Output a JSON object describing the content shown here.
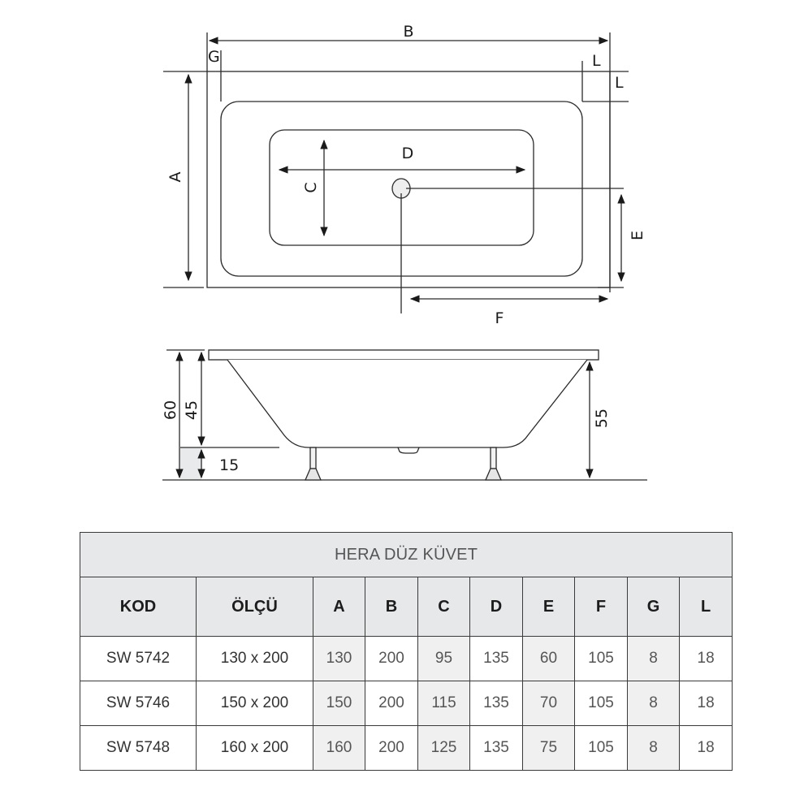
{
  "diagram": {
    "top_view": {
      "labels": {
        "A": "A",
        "B": "B",
        "C": "C",
        "D": "D",
        "E": "E",
        "F": "F",
        "G": "G",
        "L_top": "L",
        "L_side": "L"
      }
    },
    "side_view": {
      "labels": {
        "total_height": "60",
        "tub_depth": "45",
        "leg_height": "15",
        "rim_height": "55"
      }
    }
  },
  "table": {
    "title": "HERA DÜZ KÜVET",
    "headers": [
      "KOD",
      "ÖLÇÜ",
      "A",
      "B",
      "C",
      "D",
      "E",
      "F",
      "G",
      "L"
    ],
    "rows": [
      [
        "SW 5742",
        "130 x 200",
        "130",
        "200",
        "95",
        "135",
        "60",
        "105",
        "8",
        "18"
      ],
      [
        "SW 5746",
        "150 x 200",
        "150",
        "200",
        "115",
        "135",
        "70",
        "105",
        "8",
        "18"
      ],
      [
        "SW 5748",
        "160 x 200",
        "160",
        "200",
        "125",
        "135",
        "75",
        "105",
        "8",
        "18"
      ]
    ]
  },
  "colors": {
    "line": "#2a2a2a",
    "header_bg": "#e7e8ea",
    "shade_col_bg": "#f0f0f1",
    "ground_fill": "#e9eaec"
  }
}
